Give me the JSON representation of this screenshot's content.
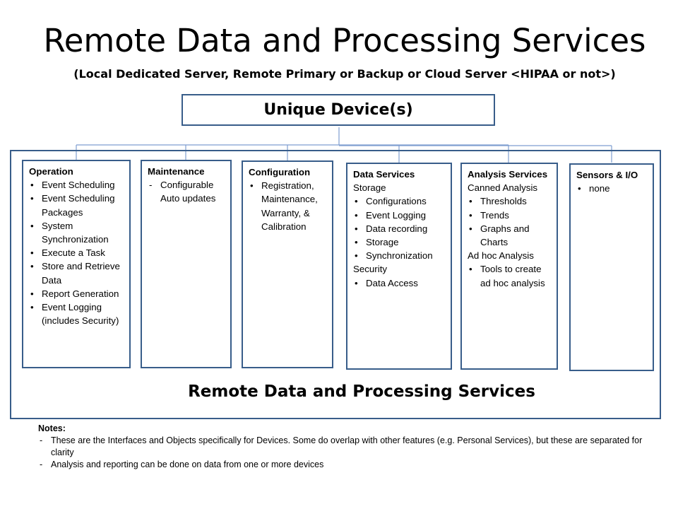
{
  "title": "Remote Data and Processing Services",
  "subtitle": "(Local Dedicated Server, Remote Primary or Backup or Cloud Server <HIPAA or not>)",
  "device_label": "Unique Device(s)",
  "outer_label": "Remote Data and Processing Services",
  "colors": {
    "border": "#385d8a",
    "connector": "#7f9ed0"
  },
  "services": [
    {
      "heading": "Operation",
      "sections": [
        {
          "label": "",
          "bullet": "dot",
          "items": [
            "Event Scheduling",
            "Event Scheduling Packages",
            "System Synchronization",
            "Execute a Task",
            "Store and Retrieve Data",
            "Report Generation",
            "Event  Logging (includes Security)"
          ]
        }
      ]
    },
    {
      "heading": "Maintenance",
      "sections": [
        {
          "label": "",
          "bullet": "dash",
          "items": [
            "Configurable Auto updates"
          ]
        }
      ]
    },
    {
      "heading": "Configuration",
      "sections": [
        {
          "label": "",
          "bullet": "dot",
          "items": [
            "Registration, Maintenance, Warranty, & Calibration"
          ]
        }
      ]
    },
    {
      "heading": "Data Services",
      "sections": [
        {
          "label": "Storage",
          "bullet": "dot",
          "items": [
            "Configurations",
            "Event Logging",
            "Data recording",
            "Storage",
            "Synchronization"
          ]
        },
        {
          "label": "Security",
          "bullet": "dot",
          "items": [
            "Data Access"
          ]
        }
      ]
    },
    {
      "heading": "Analysis Services",
      "sections": [
        {
          "label": "Canned Analysis",
          "bullet": "dot",
          "items": [
            "Thresholds",
            "Trends",
            "Graphs and Charts"
          ]
        },
        {
          "label": "Ad hoc Analysis",
          "bullet": "dot",
          "items": [
            "Tools to create ad hoc analysis"
          ]
        }
      ]
    },
    {
      "heading": "Sensors & I/O",
      "sections": [
        {
          "label": "",
          "bullet": "dot",
          "items": [
            "none"
          ]
        }
      ]
    }
  ],
  "notes": {
    "heading": "Notes:",
    "items": [
      "These are the Interfaces and Objects specifically for Devices. Some do overlap with other features (e.g. Personal Services),  but these are separated for clarity",
      "Analysis and reporting can be done on data from one or more devices"
    ]
  }
}
